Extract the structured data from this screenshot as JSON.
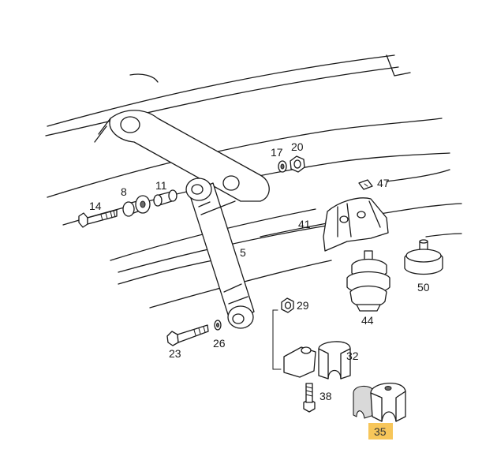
{
  "labels": {
    "p5": "5",
    "p8": "8",
    "p11": "11",
    "p14": "14",
    "p17": "17",
    "p20": "20",
    "p23": "23",
    "p26": "26",
    "p29": "29",
    "p32": "32",
    "p35": "35",
    "p38": "38",
    "p41": "41",
    "p44": "44",
    "p47": "47",
    "p50": "50"
  },
  "colors": {
    "line": "#1a1a1a",
    "highlight": "#f7c65a",
    "background": "#ffffff"
  },
  "highlighted_part": "35"
}
